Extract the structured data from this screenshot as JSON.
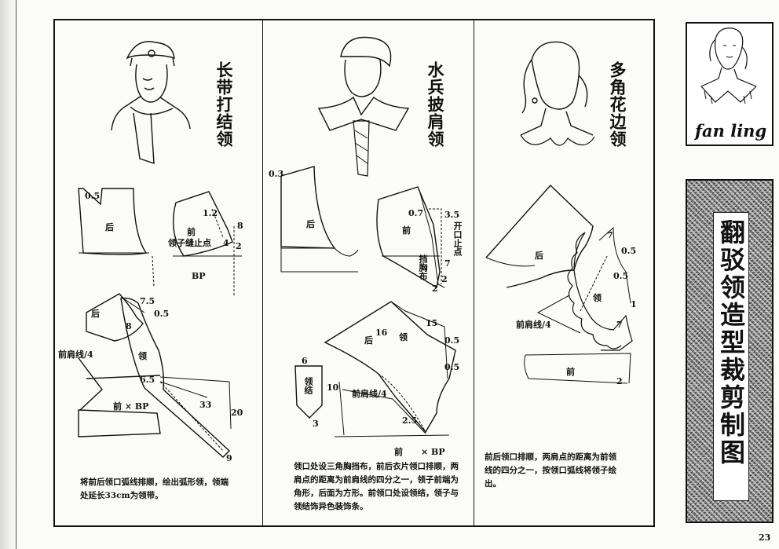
{
  "logo": {
    "text": "fan ling"
  },
  "side_title": "翻驳领造型裁剪制图",
  "page_number": "23",
  "panels": [
    {
      "title": "长带打结领",
      "labels": {
        "m05": "0.5",
        "hou": "后",
        "qian": "前",
        "m12": "1.2",
        "m8": "8",
        "m4": "4",
        "m2": "2",
        "stop": "领子缝止点",
        "bp": "BP",
        "m75": "7.5",
        "hou2": "后",
        "m8b": "8",
        "m05b": "0.5",
        "shoulder": "前肩线/4",
        "ling": "领",
        "m65": "6.5",
        "qianbp": "前 × BP",
        "m33": "33",
        "m20": "20",
        "m9": "9"
      },
      "caption": "将前后领口弧线排顺，绘出弧形领，领端处延长33cm为领带。"
    },
    {
      "title": "水兵披肩领",
      "labels": {
        "m03": "0.3",
        "hou": "后",
        "qian": "前",
        "m07": "0.7",
        "m35": "3.5",
        "open": "开口止点",
        "bib": "挡胸布",
        "m7": "7",
        "m2a": "2",
        "m2b": "2",
        "m6": "6",
        "knot": "领结",
        "m10": "10",
        "m3": "3",
        "m16": "16",
        "m15": "15",
        "hou2": "后",
        "ling": "领",
        "m05a": "0.5",
        "m05b": "0.5",
        "shoulder": "前肩线/4",
        "m25": "2.5",
        "qian2": "前",
        "bp": "× BP"
      },
      "caption": "领口处设三角胸挡布，前后衣片领口排顺，两肩点的距离为前肩线的四分之一，领子前端为角形，后面为方形。前领口处设领结，领子与领结饰异色装饰条。"
    },
    {
      "title": "多角花边领",
      "labels": {
        "m7a": "7",
        "m05a": "0.5",
        "m05b": "0.5",
        "hou": "后",
        "ling": "领",
        "m1": "1",
        "shoulder": "前肩线/4",
        "m7b": "7",
        "qian": "前",
        "m2": "2"
      },
      "caption": "前后领口排顺，两肩点的距离为前领线的四分之一，按领口弧线将领子绘出。"
    }
  ]
}
